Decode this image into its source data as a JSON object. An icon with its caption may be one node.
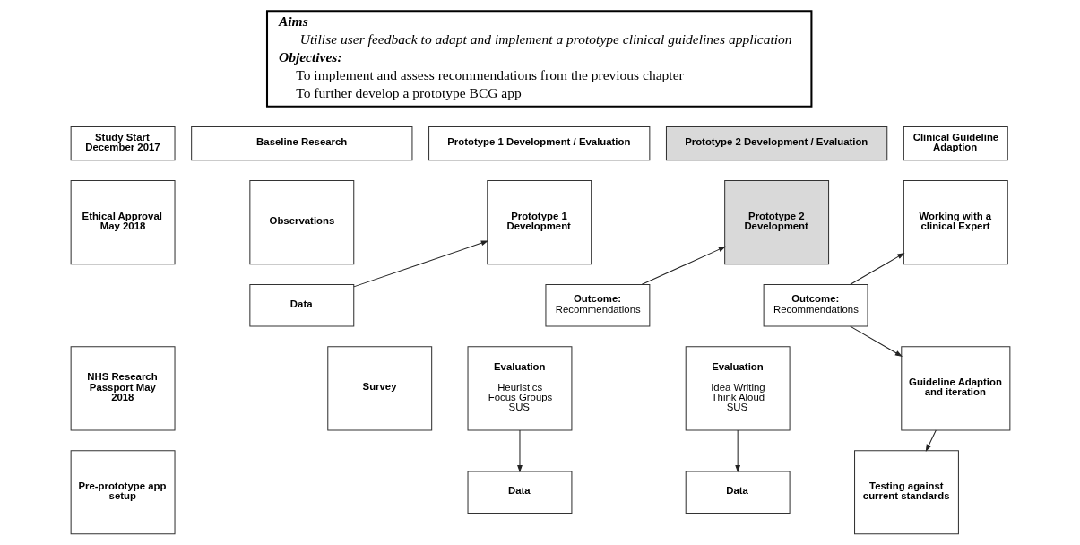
{
  "diagram": {
    "nodes": [
      {
        "text": [
          "Aims",
          "Utilise user feedback to adapt and implement a prototype clinical guidelines application",
          "Objectives:",
          "To implement and assess recommendations from the previous chapter",
          "To further develop a prototype BCG app"
        ]
      },
      {
        "text": [
          "Study Start December 2017"
        ]
      },
      {
        "text": [
          "Baseline Research"
        ]
      },
      {
        "text": [
          "Prototype 1 Development / Evaluation"
        ]
      },
      {
        "text": [
          "Prototype 2 Development / Evaluation"
        ]
      },
      {
        "text": [
          "Clinical Guideline Adaption"
        ]
      },
      {
        "text": [
          "Ethical Approval May 2018"
        ]
      },
      {
        "text": [
          "Observations"
        ]
      },
      {
        "text": [
          "Prototype 1 Development"
        ]
      },
      {
        "text": [
          "Prototype 2 Development"
        ]
      },
      {
        "text": [
          "Working with a clinical Expert"
        ]
      },
      {
        "text": [
          "Data"
        ]
      },
      {
        "text": [
          "Outcome:",
          "Recommendations"
        ]
      },
      {
        "text": [
          "Outcome:",
          "Recommendations"
        ]
      },
      {
        "text": [
          "NHS Research Passport May 2018"
        ]
      },
      {
        "text": [
          "Survey"
        ]
      },
      {
        "text": [
          "Evaluation",
          "Heuristics",
          "Focus Groups",
          "SUS"
        ]
      },
      {
        "text": [
          "Evaluation",
          "Idea Writing",
          "Think Aloud",
          "SUS"
        ]
      },
      {
        "text": [
          "Guideline Adaption and iteration"
        ]
      },
      {
        "text": [
          "Pre-prototype app setup"
        ]
      },
      {
        "text": [
          "Data"
        ]
      },
      {
        "text": [
          "Data"
        ]
      },
      {
        "text": [
          "Testing against current standards"
        ]
      }
    ],
    "edges": [
      {
        "from": 11,
        "to": 8,
        "arrow": "to"
      },
      {
        "from": 12,
        "to": 9,
        "arrow": "to"
      },
      {
        "from": 13,
        "to": 10,
        "arrow": "to"
      },
      {
        "from": 13,
        "to": 18,
        "arrow": "to"
      },
      {
        "from": 16,
        "to": 20,
        "arrow": "to"
      },
      {
        "from": 17,
        "to": 21,
        "arrow": "to"
      },
      {
        "from": 18,
        "to": 22,
        "arrow": "to"
      }
    ]
  }
}
